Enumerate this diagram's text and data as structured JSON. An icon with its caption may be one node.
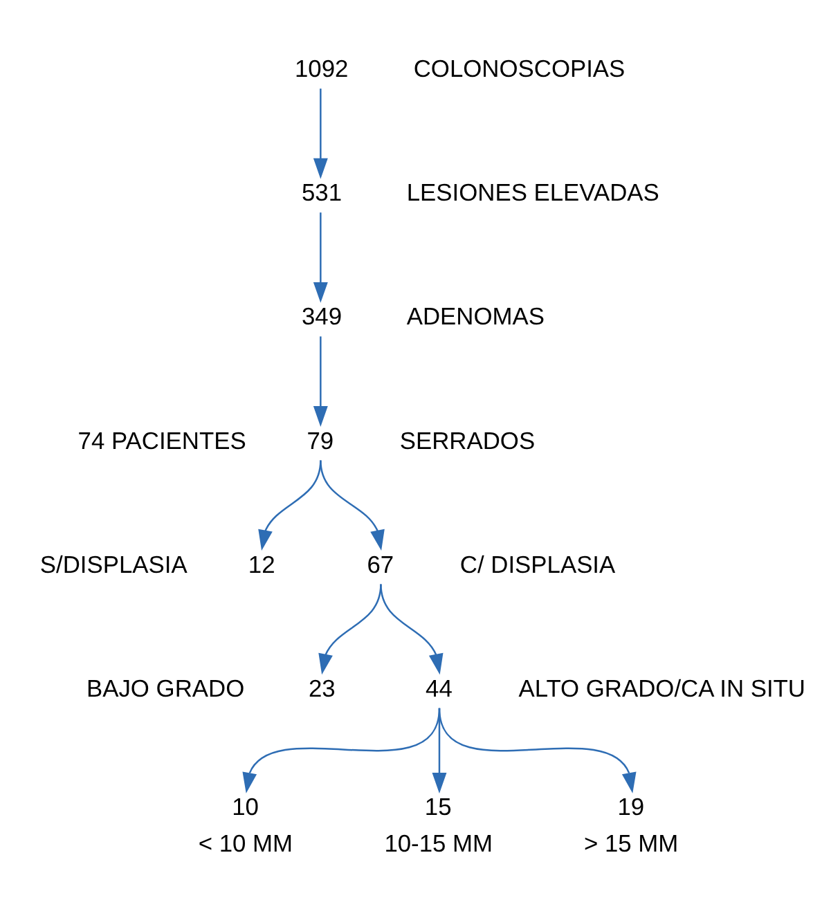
{
  "diagram": {
    "nodes": [
      {
        "text": [
          "1092"
        ],
        "beside": [
          "COLONOSCOPIAS"
        ]
      },
      {
        "text": [
          "531"
        ],
        "beside": [
          "LESIONES ELEVADAS"
        ]
      },
      {
        "text": [
          "349"
        ],
        "beside": [
          "ADENOMAS"
        ]
      },
      {
        "text": [
          "79"
        ],
        "beside": [
          "74 PACIENTES",
          "SERRADOS"
        ]
      },
      {
        "text": [
          "12"
        ],
        "beside": [
          "S/DISPLASIA"
        ]
      },
      {
        "text": [
          "67"
        ],
        "beside": [
          "C/ DISPLASIA"
        ]
      },
      {
        "text": [
          "23"
        ],
        "beside": [
          "BAJO GRADO"
        ]
      },
      {
        "text": [
          "44"
        ],
        "beside": [
          "ALTO GRADO/CA IN SITU"
        ]
      },
      {
        "text": [
          "10"
        ],
        "beside": [
          "< 10 MM"
        ]
      },
      {
        "text": [
          "15"
        ],
        "beside": [
          "10-15 MM"
        ]
      },
      {
        "text": [
          "19"
        ],
        "beside": [
          "> 15 MM"
        ]
      }
    ],
    "edges": [
      {
        "from": 0,
        "to": 1,
        "arrow": "to"
      },
      {
        "from": 1,
        "to": 2,
        "arrow": "to"
      },
      {
        "from": 2,
        "to": 3,
        "arrow": "to"
      },
      {
        "from": 3,
        "to": 4,
        "arrow": "to"
      },
      {
        "from": 3,
        "to": 5,
        "arrow": "to"
      },
      {
        "from": 5,
        "to": 6,
        "arrow": "to"
      },
      {
        "from": 5,
        "to": 7,
        "arrow": "to"
      },
      {
        "from": 7,
        "to": 8,
        "arrow": "to"
      },
      {
        "from": 7,
        "to": 9,
        "arrow": "to"
      },
      {
        "from": 7,
        "to": 10,
        "arrow": "to"
      }
    ]
  }
}
